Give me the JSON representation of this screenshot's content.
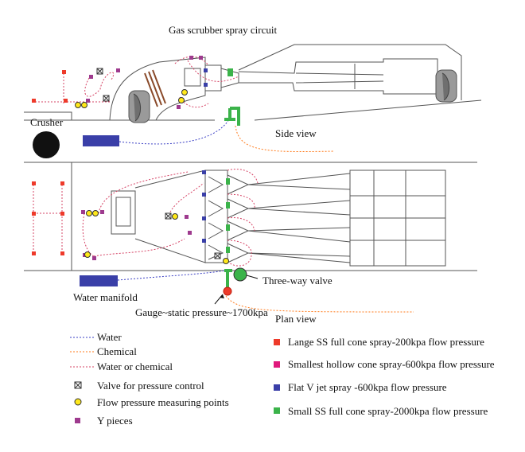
{
  "title": "Gas scrubber spray circuit",
  "labels": {
    "crusher": "Crusher",
    "side_view": "Side view",
    "water_manifold": "Water manifold",
    "three_way_valve": "Three-way valve",
    "gauge": "Gauge~static pressure~1700kpa",
    "plan_view": "Plan view"
  },
  "legend_lines": [
    {
      "label": "Water",
      "color": "#3a3fc4",
      "style": "dotted"
    },
    {
      "label": "Chemical",
      "color": "#ff7a1a",
      "style": "dotted"
    },
    {
      "label": "Water or chemical",
      "color": "#d64466",
      "style": "dotted"
    }
  ],
  "legend_symbols": [
    {
      "label": "Valve for pressure control",
      "icon": "valve-icon"
    },
    {
      "label": "Flow pressure measuring points",
      "icon": "gauge-point-icon"
    },
    {
      "label": "Y pieces",
      "icon": "y-piece-icon"
    }
  ],
  "legend_sprays": [
    {
      "label": "Lange SS full cone spray-200kpa flow pressure",
      "color": "#ee3a2a"
    },
    {
      "label": "Smallest hollow cone spray-600kpa flow pressure",
      "color": "#e0197c"
    },
    {
      "label": "Flat V jet spray -600kpa flow pressure",
      "color": "#3a3fa8"
    },
    {
      "label": "Small SS full cone spray-2000kpa flow pressure",
      "color": "#3bb34a"
    }
  ],
  "colors": {
    "line": "#555555",
    "water": "#3a3fc4",
    "chemical": "#ff7a1a",
    "water_or_chemical": "#d64466",
    "manifold": "#3a3fa8",
    "gauge_point": "#ffe81a",
    "y_piece": "#9e3a8e",
    "crusher": "#111111"
  }
}
